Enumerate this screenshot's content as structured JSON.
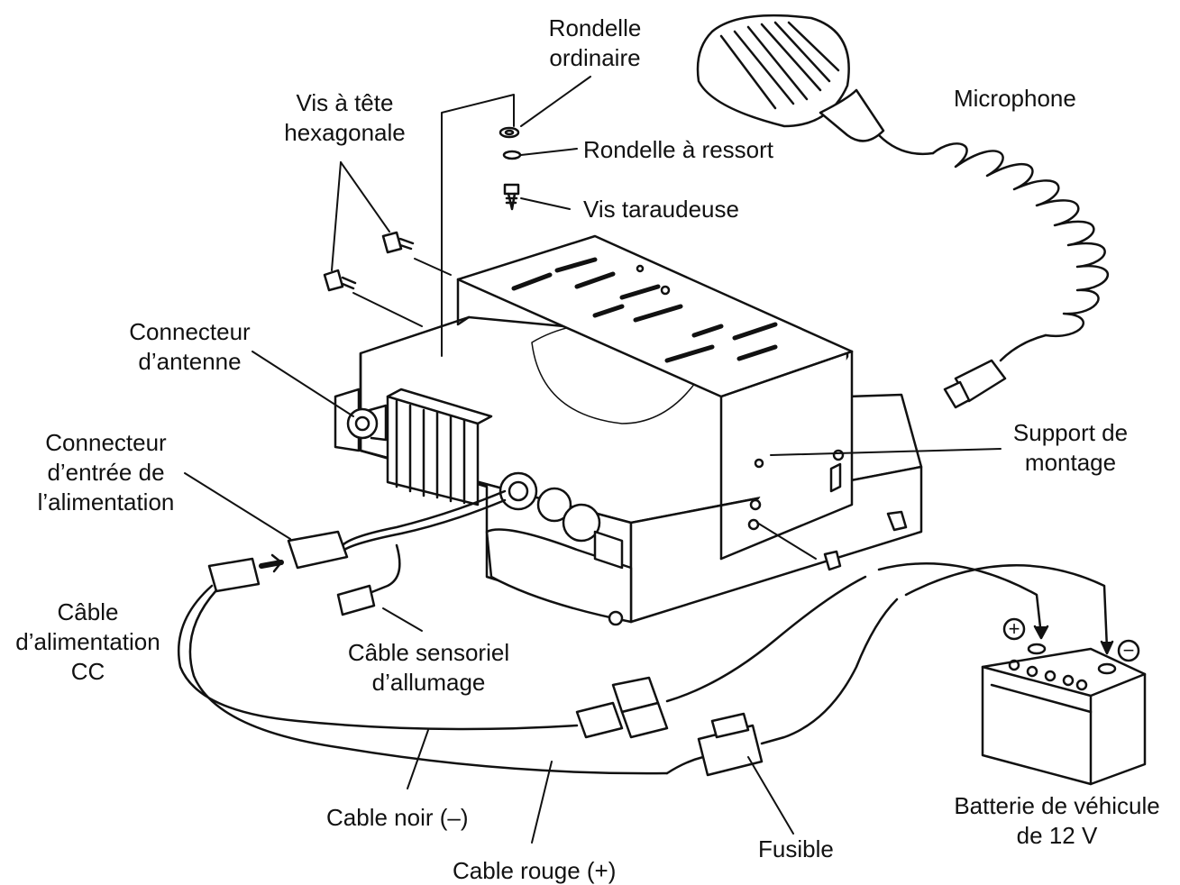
{
  "labels": {
    "rondelle_ordinaire": [
      "Rondelle",
      "ordinaire"
    ],
    "rondelle_ressort": "Rondelle à ressort",
    "vis_taraudeuse": "Vis taraudeuse",
    "vis_tete_hexagonale": [
      "Vis à tête",
      "hexagonale"
    ],
    "microphone": "Microphone",
    "connecteur_antenne": [
      "Connecteur",
      "d’antenne"
    ],
    "connecteur_entree": [
      "Connecteur",
      "d’entrée de",
      "l’alimentation"
    ],
    "support_montage": [
      "Support de",
      "montage"
    ],
    "cable_alimentation": [
      "Câble",
      "d’alimentation",
      "CC"
    ],
    "cable_sensoriel": [
      "Câble sensoriel",
      "d’allumage"
    ],
    "cable_noir": "Cable noir (–)",
    "cable_rouge": "Cable rouge (+)",
    "fusible": "Fusible",
    "batterie": [
      "Batterie de véhicule",
      "de 12 V"
    ]
  },
  "battery_terminals": {
    "positive": "+",
    "negative": "−"
  },
  "colors": {
    "line": "#111111",
    "fill": "#ffffff",
    "shade": "#dddddd"
  }
}
